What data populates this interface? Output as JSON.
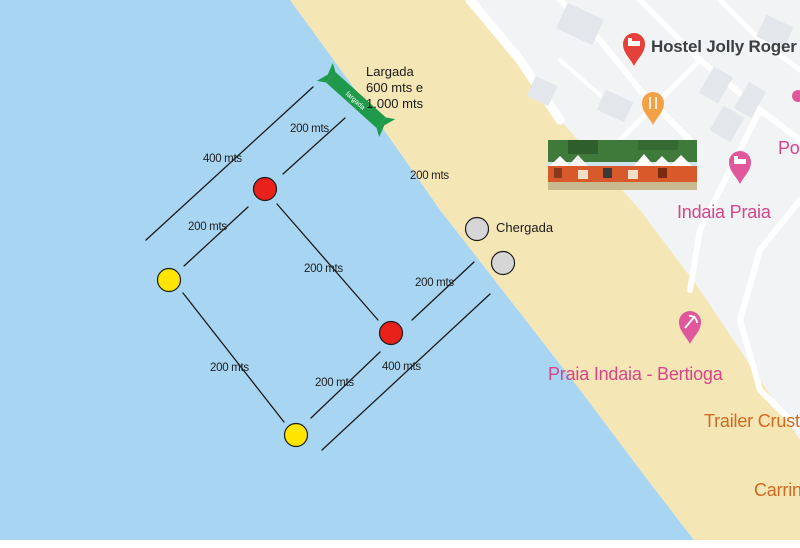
{
  "map": {
    "colors": {
      "water": "#a8d5f2",
      "sand": "#f5e6b5",
      "land": "#f1f3f4",
      "road": "#ffffff",
      "marker_red": "#e8221b",
      "marker_yellow": "#ffe500",
      "marker_gray": "#d6d6d6",
      "banner_green": "#1e9a4a",
      "poi_pink": "#e0589b",
      "poi_orange": "#f4a047",
      "poi_red": "#e5413a"
    },
    "start": {
      "title": "Largada",
      "line2": "600 mts e",
      "line3": "1.000 mts",
      "banner_text": "largada"
    },
    "arrival_label": "Chergada",
    "markers": [
      {
        "color": "red",
        "name": "buoy-red-1"
      },
      {
        "color": "red",
        "name": "buoy-red-2"
      },
      {
        "color": "yellow",
        "name": "buoy-yellow-1"
      },
      {
        "color": "yellow",
        "name": "buoy-yellow-2"
      },
      {
        "color": "gray",
        "name": "arrival-buoy-1"
      },
      {
        "color": "gray",
        "name": "arrival-buoy-2"
      }
    ],
    "route_labels": [
      "400 mts",
      "200 mts",
      "200 mts",
      "200 mts",
      "200 mts",
      "200 mts",
      "200 mts",
      "200 mts",
      "400 mts"
    ],
    "pois": {
      "hostel": "Hostel Jolly Roger",
      "indaia_praia": "Indaia Praia",
      "praia_indaia": "Praia Indaia - Bertioga",
      "trailer": "Trailer Crust",
      "carrin": "Carrin",
      "po": "Po"
    },
    "icons": {
      "hostel": "hotel-pin-icon",
      "restaurant": "restaurant-pin-icon",
      "hotel2": "hotel-pin-icon",
      "beach": "beach-pin-icon"
    }
  }
}
